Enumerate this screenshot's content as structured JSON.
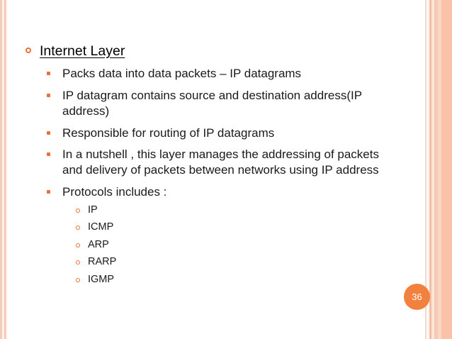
{
  "slide": {
    "page_number": "36",
    "accent_color": "#e8703a",
    "badge_color": "#f2813f",
    "background_color": "#ffffff",
    "heading": {
      "text": "Internet Layer",
      "bullet_icon": "hollow-circle-bullet-icon"
    },
    "bullets": [
      {
        "text": "Packs data into data packets – IP datagrams",
        "bullet_icon": "square-bullet-icon"
      },
      {
        "text": "IP datagram contains  source and destination address(IP address)",
        "bullet_icon": "square-bullet-icon"
      },
      {
        "text": "Responsible for routing of IP datagrams",
        "bullet_icon": "square-bullet-icon"
      },
      {
        "text": "In a nutshell , this layer manages the addressing of packets and delivery of packets between networks using IP address",
        "bullet_icon": "square-bullet-icon"
      },
      {
        "text": "Protocols includes :",
        "bullet_icon": "square-bullet-icon"
      }
    ],
    "protocols": [
      {
        "text": "IP",
        "bullet_icon": "hollow-circle-bullet-icon"
      },
      {
        "text": "ICMP",
        "bullet_icon": "hollow-circle-bullet-icon"
      },
      {
        "text": "ARP",
        "bullet_icon": "hollow-circle-bullet-icon"
      },
      {
        "text": "RARP",
        "bullet_icon": "hollow-circle-bullet-icon"
      },
      {
        "text": "IGMP",
        "bullet_icon": "hollow-circle-bullet-icon"
      }
    ]
  }
}
